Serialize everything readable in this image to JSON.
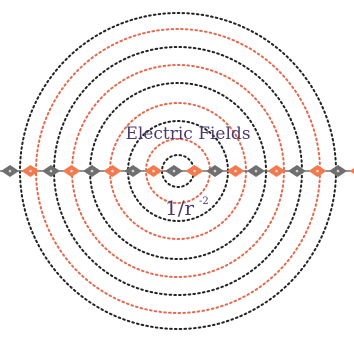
{
  "diagram": {
    "title": "Electric Fields",
    "formula": {
      "base": "1/r",
      "exponent": "-2"
    }
  },
  "colors": {
    "black_ring": "#222222",
    "red_ring": "#e36a4f",
    "chain_gray": "#6f6f6f",
    "chain_orange": "#f27a4e",
    "text": "#4b3a6f"
  }
}
